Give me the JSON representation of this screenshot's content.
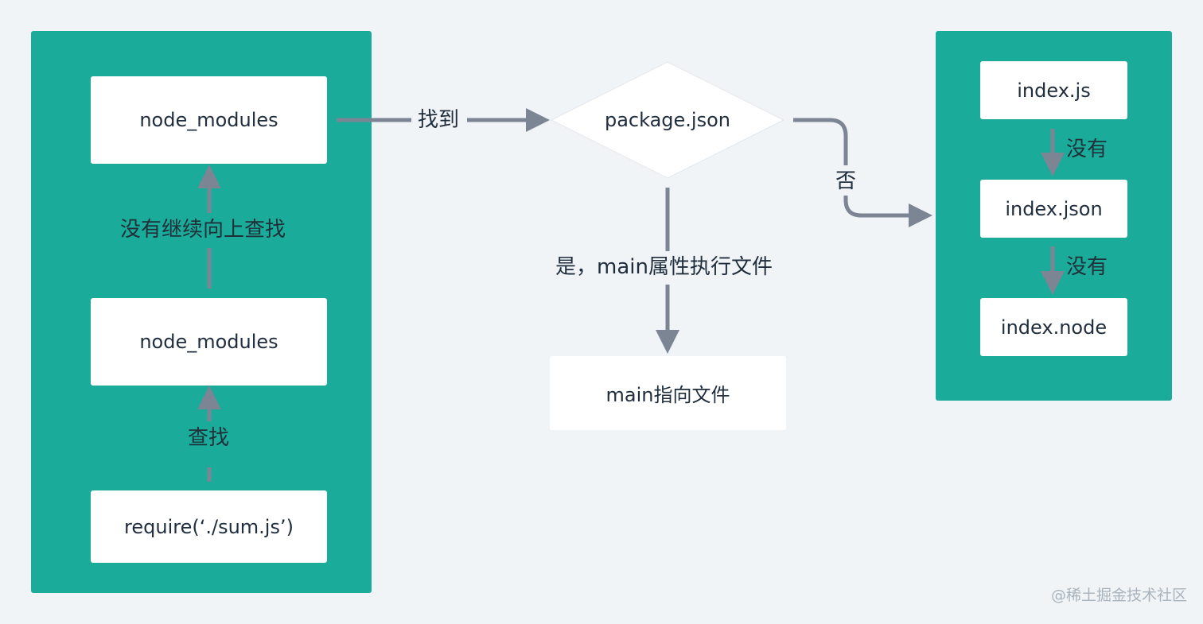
{
  "nodes": {
    "node_modules_top": "node_modules",
    "node_modules_bottom": "node_modules",
    "require": "require(‘./sum.js’)",
    "package_json": "package.json",
    "main_file": "main指向文件",
    "index_js": "index.js",
    "index_json": "index.json",
    "index_node": "index.node"
  },
  "edges": {
    "search": "查找",
    "continue_up": "没有继续向上查找",
    "found": "找到",
    "yes_main": "是，main属性执行文件",
    "no": "否",
    "none_1": "没有",
    "none_2": "没有"
  },
  "watermark": "@稀土掘金技术社区",
  "colors": {
    "panel": "#1aab9b",
    "background": "#f0f4f7",
    "arrow": "#7b8593",
    "node": "#ffffff",
    "text": "#1f2d3d"
  }
}
